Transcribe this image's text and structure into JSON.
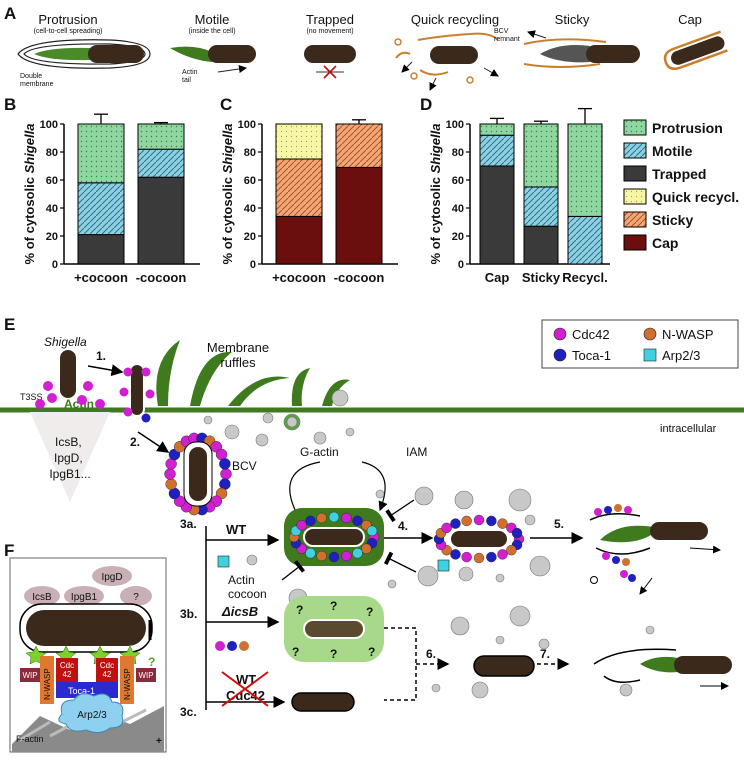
{
  "panels": {
    "A": "A",
    "B": "B",
    "C": "C",
    "D": "D",
    "E": "E",
    "F": "F"
  },
  "panel_a": {
    "phenotypes": [
      {
        "title": "Protrusion",
        "sub": "(cell-to-cell spreading)"
      },
      {
        "title": "Motile",
        "sub": "(inside the cell)"
      },
      {
        "title": "Trapped",
        "sub": "(no movement)"
      },
      {
        "title": "Quick recycling",
        "sub": ""
      },
      {
        "title": "Sticky",
        "sub": ""
      },
      {
        "title": "Cap",
        "sub": ""
      }
    ],
    "double_membrane": "Double membrane",
    "actin_tail": "Actin tail",
    "bcv_remnant": "BCV remnant"
  },
  "colors": {
    "protrusion": "#8fd6a0",
    "motile": "#8fd0e0",
    "trapped": "#3a3a3a",
    "quick_recycl": "#f6f6a6",
    "sticky": "#f0a878",
    "cap": "#6b0e0e",
    "bacterium": "#3b2a1c",
    "actin": "#3f7a1f",
    "cdc42": "#d020d0",
    "toca1": "#2020c0",
    "nwasp": "#d07030",
    "arp23": "#40d0e0"
  },
  "chart_data": [
    {
      "type": "bar",
      "panel": "B",
      "stacked": true,
      "ylabel": "% of cytosolic Shigella",
      "categories": [
        "+cocoon",
        "-cocoon"
      ],
      "yticks": [
        0,
        20,
        40,
        60,
        80,
        100
      ],
      "ylim": [
        0,
        100
      ],
      "series": [
        {
          "name": "Trapped",
          "values": [
            21,
            62
          ],
          "error": [
            9,
            0
          ]
        },
        {
          "name": "Motile",
          "values": [
            37,
            20
          ],
          "error": [
            1,
            1
          ]
        },
        {
          "name": "Protrusion",
          "values": [
            42,
            18
          ],
          "error": [
            7,
            1
          ]
        }
      ]
    },
    {
      "type": "bar",
      "panel": "C",
      "stacked": true,
      "ylabel": "% of cytosolic Shigella",
      "categories": [
        "+cocoon",
        "-cocoon"
      ],
      "yticks": [
        0,
        20,
        40,
        60,
        80,
        100
      ],
      "ylim": [
        0,
        100
      ],
      "series": [
        {
          "name": "Cap",
          "values": [
            34,
            69
          ],
          "error": [
            9,
            2
          ]
        },
        {
          "name": "Sticky",
          "values": [
            41,
            31
          ],
          "error": [
            10,
            3
          ]
        },
        {
          "name": "Quick recycl.",
          "values": [
            25,
            0
          ],
          "error": [
            0,
            0
          ]
        }
      ]
    },
    {
      "type": "bar",
      "panel": "D",
      "stacked": true,
      "ylabel": "% of cytosolic Shigella",
      "categories": [
        "Cap",
        "Sticky",
        "Recycl."
      ],
      "yticks": [
        0,
        20,
        40,
        60,
        80,
        100
      ],
      "ylim": [
        0,
        100
      ],
      "series": [
        {
          "name": "Trapped",
          "values": [
            70,
            27,
            0
          ],
          "error": [
            10,
            3,
            0
          ]
        },
        {
          "name": "Motile",
          "values": [
            22,
            28,
            34
          ],
          "error": [
            4,
            7,
            13
          ]
        },
        {
          "name": "Protrusion",
          "values": [
            8,
            45,
            66
          ],
          "error": [
            4,
            2,
            11
          ]
        }
      ]
    }
  ],
  "legend_bars": [
    "Protrusion",
    "Motile",
    "Trapped",
    "Quick recycl.",
    "Sticky",
    "Cap"
  ],
  "panel_e": {
    "shigella": "Shigella",
    "membrane_ruffles": "Membrane ruffles",
    "actin": "Actin",
    "t3ss": "T3SS",
    "effectors": [
      "IcsB,",
      "IpgD,",
      "IpgB1..."
    ],
    "bcv": "BCV",
    "intracellular": "intracellular",
    "steps": [
      "1.",
      "2.",
      "3a.",
      "3b.",
      "3c.",
      "4.",
      "5.",
      "6.",
      "7."
    ],
    "g_actin": "G-actin",
    "iam": "IAM",
    "wt": "WT",
    "actin_cocoon": [
      "Actin",
      "cocoon"
    ],
    "delta_icsb": "ΔicsB",
    "cdc42_wt": "WT",
    "cdc42_label": "Cdc42",
    "q": "?",
    "legend": [
      "Cdc42",
      "N-WASP",
      "Toca-1",
      "Arp2/3"
    ]
  },
  "panel_f": {
    "effectors": [
      "IpgD",
      "IcsB",
      "IpgB1",
      "?"
    ],
    "cdc42": "Cdc 42",
    "toca1": "Toca-1",
    "nwasp": "N-WASP",
    "wip": "WIP",
    "arp23": "Arp2/3",
    "factin": "F-actin",
    "plus": "+",
    "q": "?"
  }
}
